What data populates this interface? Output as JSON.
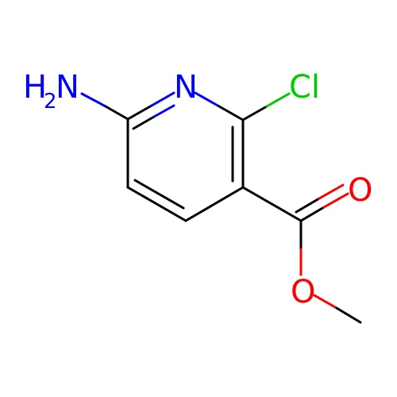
{
  "molecule": {
    "atoms": {
      "amine": {
        "main": "H",
        "sub": "2",
        "rest": "N"
      },
      "ring_nitrogen": "N",
      "chlorine": "Cl",
      "carbonyl_oxygen": "O",
      "ester_oxygen": "O"
    },
    "colors": {
      "bond": "#000000",
      "nitrogen": "#0000ff",
      "chlorine": "#00cc00",
      "oxygen": "#ff0000"
    }
  }
}
